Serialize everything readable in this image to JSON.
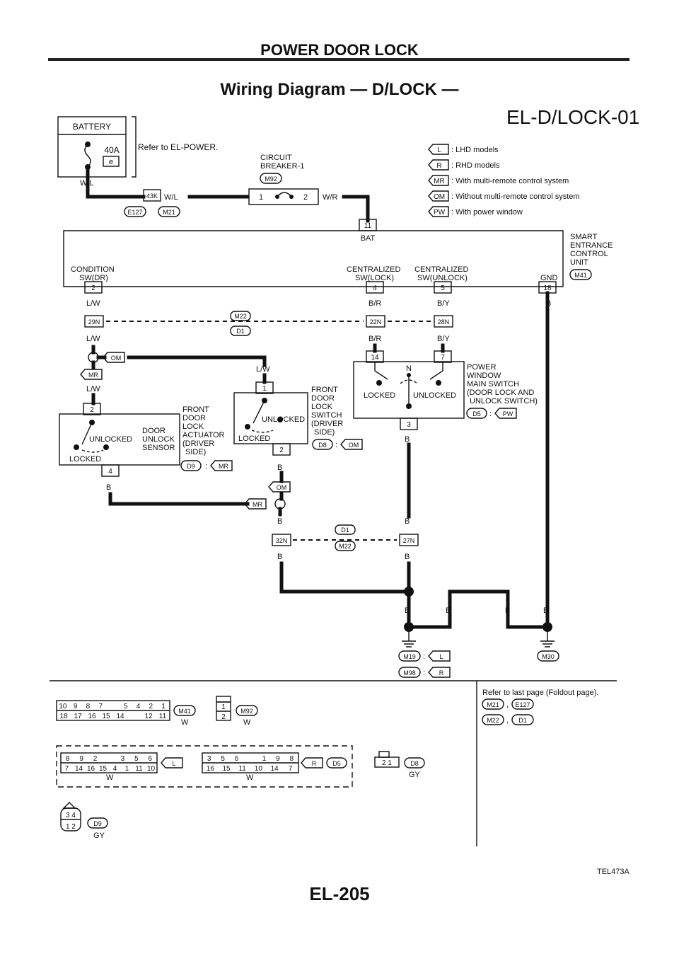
{
  "header": "POWER DOOR LOCK",
  "title": "Wiring Diagram — D/LOCK —",
  "diagram_code": "EL-D/LOCK-01",
  "footer_page": "EL-205",
  "figure_ref": "TEL473A",
  "battery": {
    "label": "BATTERY",
    "fuse": "40A",
    "fuse_id": "e",
    "refer": "Refer to EL-POWER."
  },
  "breaker": {
    "label1": "CIRCUIT",
    "label2": "BREAKER-1",
    "connector": "M92"
  },
  "legend": [
    {
      "tag": "L",
      "text": ": LHD models"
    },
    {
      "tag": "R",
      "text": ": RHD models"
    },
    {
      "tag": "MR",
      "text": ": With multi-remote control system"
    },
    {
      "tag": "OM",
      "text": ": Without multi-remote control system"
    },
    {
      "tag": "PW",
      "text": ": With power window"
    }
  ],
  "unit": {
    "l1": "SMART",
    "l2": "ENTRANCE",
    "l3": "CONTROL",
    "l4": "UNIT",
    "connector": "M41",
    "bat": "BAT",
    "cond1": "CONDITION",
    "cond2": "SW(DR)",
    "lock1": "CENTRALIZED",
    "lock2": "SW(LOCK)",
    "unl1": "CENTRALIZED",
    "unl2": "SW(UNLOCK)",
    "gnd": "GND"
  },
  "wires": {
    "wl": "W/L",
    "wr": "W/R",
    "lw": "L/W",
    "br": "B/R",
    "by": "B/Y",
    "b": "B"
  },
  "pins": {
    "p11": "11",
    "p2": "2",
    "p4": "4",
    "p5": "5",
    "p18": "18",
    "p1": "1",
    "p14": "14",
    "p7": "7",
    "p3": "3",
    "c43k": "43K",
    "c29n": "29N",
    "c22n": "22N",
    "c28n": "28N",
    "c32n": "32N",
    "c27n": "27N"
  },
  "conn_ids": {
    "e127": "E127",
    "m21": "M21",
    "m22": "M22",
    "d1": "D1",
    "d5": "D5",
    "d8": "D8",
    "d9": "D9",
    "m19": "M19",
    "m98": "M98",
    "m30": "M30"
  },
  "tags": {
    "om": "OM",
    "mr": "MR",
    "pw": "PW",
    "l": "L",
    "r": "R",
    "colon": ":"
  },
  "actuator": {
    "l1": "FRONT",
    "l2": "DOOR",
    "l3": "LOCK",
    "l4": "ACTUATOR",
    "l5": "(DRIVER",
    "l6": "SIDE)",
    "unlocked": "UNLOCKED",
    "locked": "LOCKED",
    "door1": "DOOR",
    "door2": "UNLOCK",
    "door3": "SENSOR"
  },
  "lockswitch": {
    "l1": "FRONT",
    "l2": "DOOR",
    "l3": "LOCK",
    "l4": "SWITCH",
    "l5": "(DRIVER",
    "l6": "SIDE)",
    "unlocked": "UNLOCKED",
    "locked": "LOCKED"
  },
  "pwswitch": {
    "l1": "POWER",
    "l2": "WINDOW",
    "l3": "MAIN SWITCH",
    "l4": "(DOOR LOCK AND",
    "l5": "UNLOCK SWITCH)",
    "n": "N",
    "locked": "LOCKED",
    "unlocked": "UNLOCKED"
  },
  "connectors_bottom": {
    "refer_last": "Refer to last page (Foldout page).",
    "comma": ",",
    "m41_top": [
      "10",
      "9",
      "8",
      "7",
      "",
      "5",
      "4",
      "2",
      "1"
    ],
    "m41_bot": [
      "18",
      "17",
      "16",
      "15",
      "14",
      "",
      "12",
      "11"
    ],
    "m92_pins": [
      "1",
      "2"
    ],
    "l_top": [
      "8",
      "9",
      "2",
      "",
      "3",
      "5",
      "6"
    ],
    "l_bot": [
      "7",
      "14",
      "16",
      "15",
      "4",
      "1",
      "11",
      "10"
    ],
    "r_top": [
      "3",
      "5",
      "6",
      "",
      "1",
      "9",
      "8"
    ],
    "r_bot": [
      "16",
      "15",
      "11",
      "10",
      "14",
      "7"
    ],
    "d8_pins": "2  1",
    "d9_top": "3  4",
    "d9_bot": "1  2",
    "w": "W",
    "gy": "GY"
  }
}
